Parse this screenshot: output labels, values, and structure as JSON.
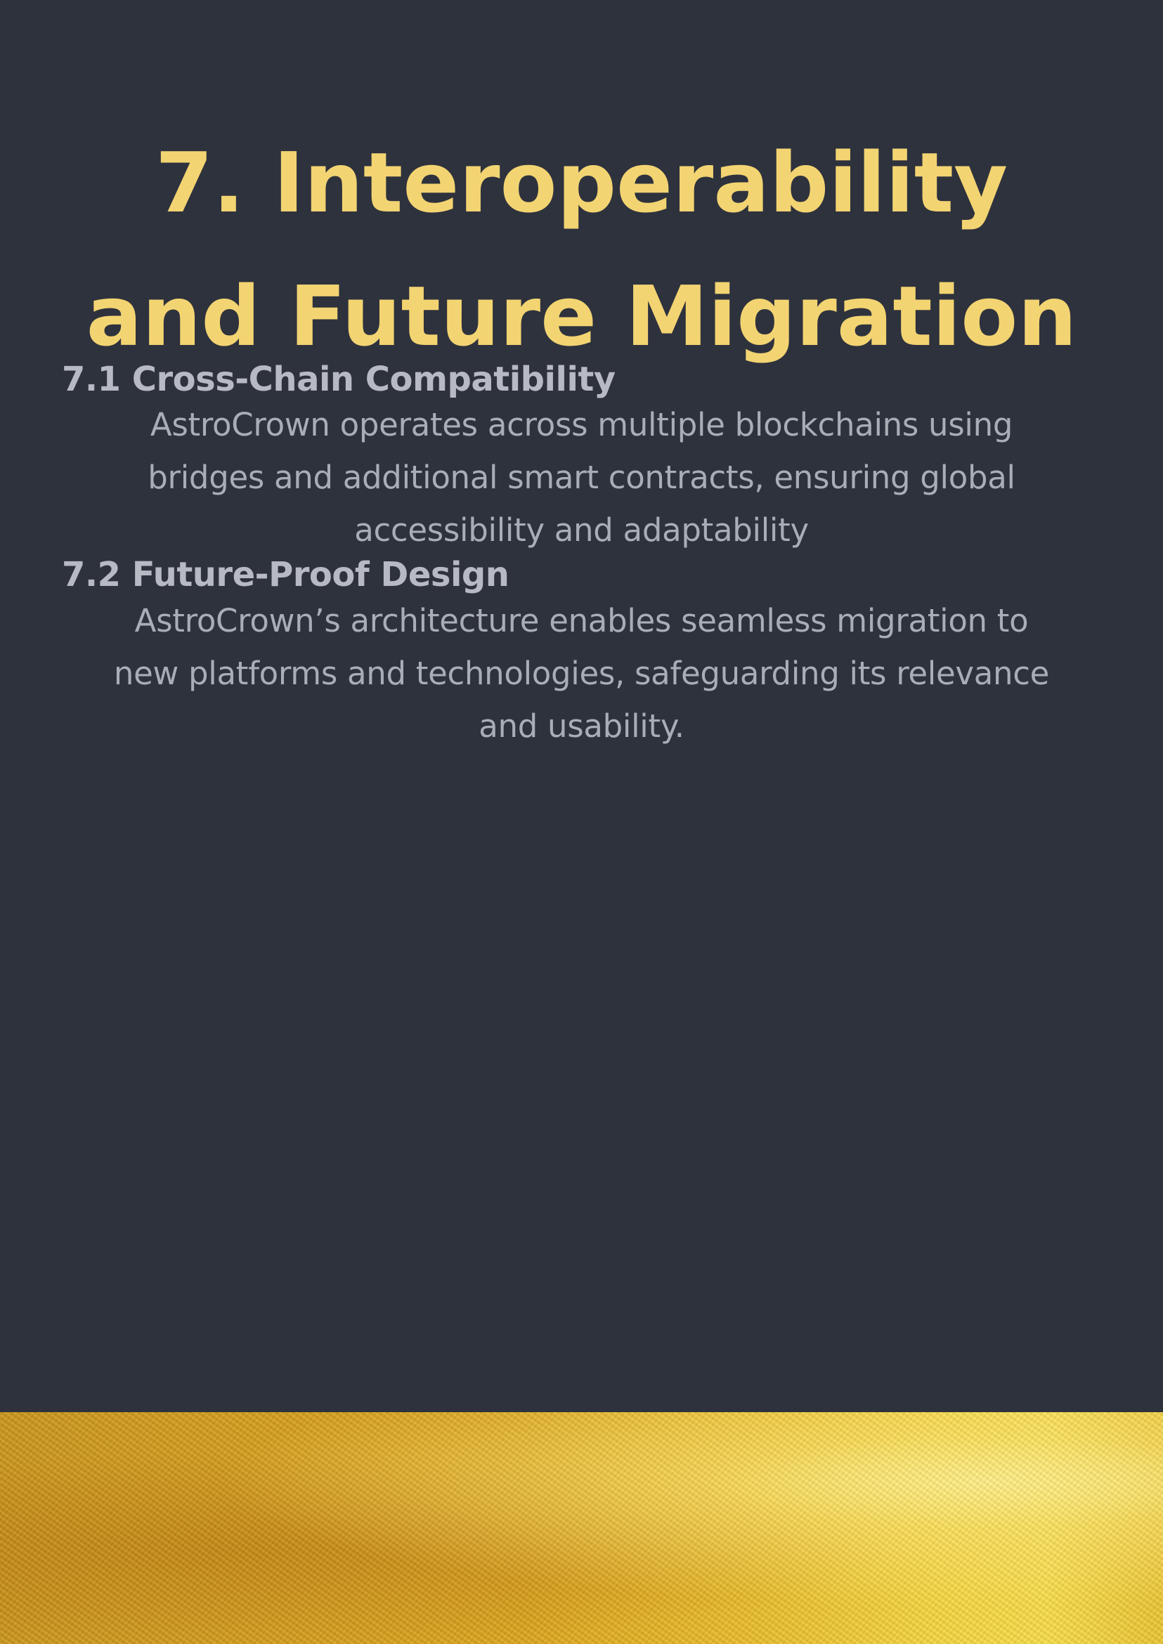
{
  "title": {
    "line1": "7. Interoperability",
    "line2": "and Future Migration"
  },
  "sections": [
    {
      "heading": "7.1 Cross-Chain Compatibility",
      "body": "AstroCrown operates across multiple blockchains using bridges and additional smart contracts, ensuring global accessibility and adaptability"
    },
    {
      "heading": "7.2 Future-Proof Design",
      "body": "AstroCrown’s architecture enables seamless migration to new platforms and technologies, safeguarding its relevance and usability."
    }
  ],
  "colors": {
    "background": "#2e323d",
    "title": "#f3d472",
    "heading": "#b7bac2",
    "body": "#a9adb6",
    "gold_band": "#dba51d"
  }
}
